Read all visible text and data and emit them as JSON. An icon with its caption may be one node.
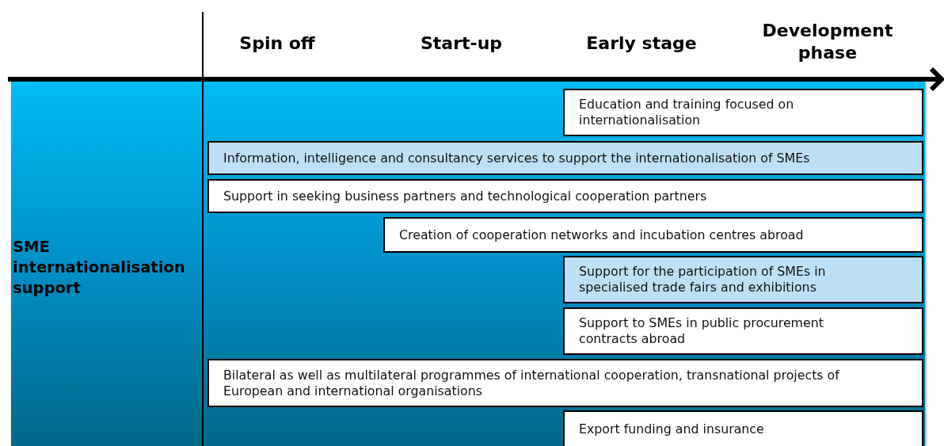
{
  "diagram": {
    "nodes": [
      {
        "text": [
          "SME internationalisation support"
        ]
      },
      {
        "text": [
          "Education and training focused on internationalisation"
        ],
        "in": 0
      },
      {
        "text": [
          "Information, intelligence and consultancy services to support the internationalisation of SMEs"
        ],
        "in": 0
      },
      {
        "text": [
          "Support in seeking business partners and technological cooperation partners"
        ],
        "in": 0
      },
      {
        "text": [
          "Creation of cooperation networks and incubation centres abroad"
        ],
        "in": 0
      },
      {
        "text": [
          "Support for the participation of SMEs in specialised trade fairs and exhibitions"
        ],
        "in": 0
      },
      {
        "text": [
          "Support to SMEs in public procurement contracts abroad"
        ],
        "in": 0
      },
      {
        "text": [
          "Bilateral as well as multilateral programmes of international cooperation, transnational projects of European and international organisations"
        ],
        "in": 0
      },
      {
        "text": [
          "Export funding and insurance"
        ],
        "in": 0
      }
    ],
    "edges": [],
    "labels": [
      "Spin off",
      "Start-up",
      "Early stage",
      "Development phase"
    ]
  }
}
